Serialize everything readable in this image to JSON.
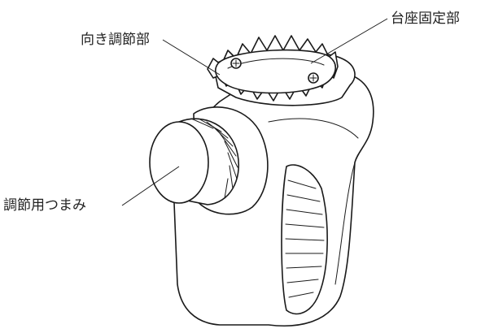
{
  "callouts": {
    "pedestal_fixing": "台座固定部",
    "direction_adjust": "向き調節部",
    "adjust_knob": "調節用つまみ"
  }
}
